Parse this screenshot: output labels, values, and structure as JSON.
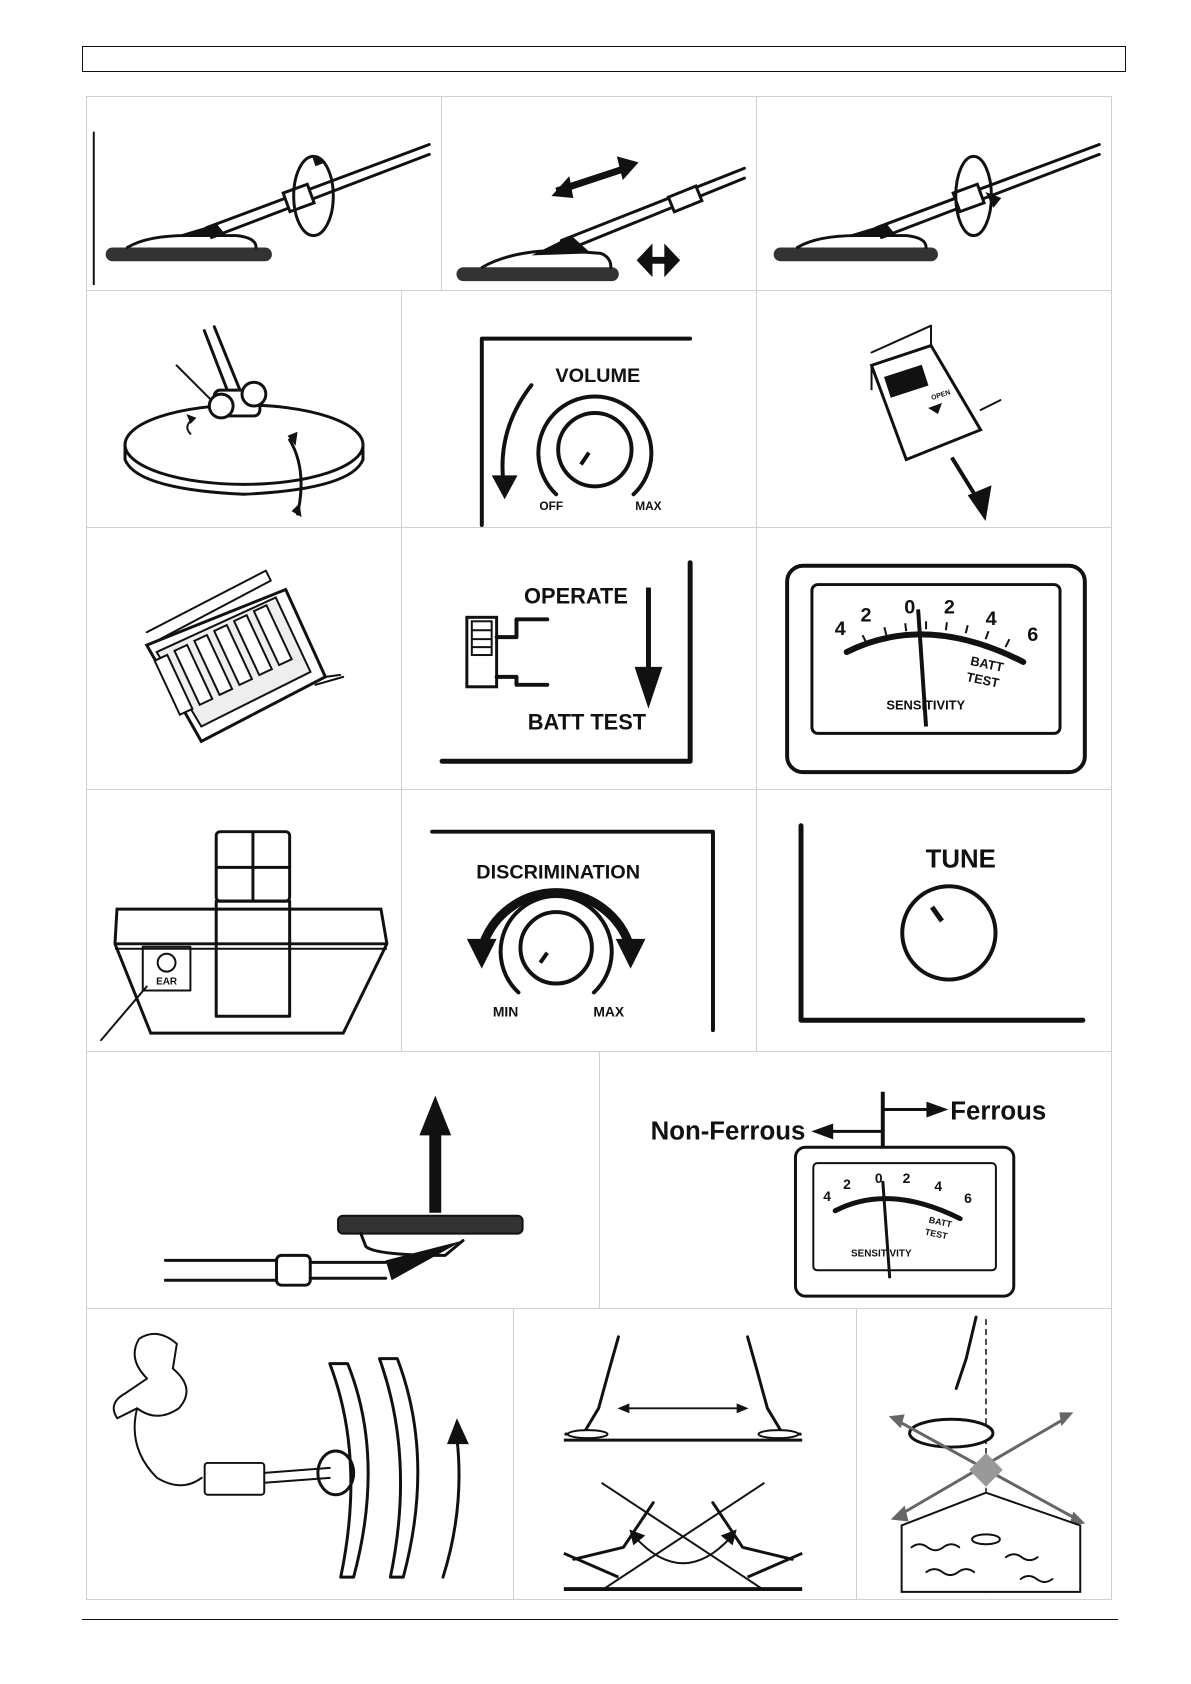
{
  "header": {
    "text": ""
  },
  "labels": {
    "volume": "VOLUME",
    "off": "OFF",
    "max": "MAX",
    "open": "OPEN",
    "operate": "OPERATE",
    "batt_test": "BATT TEST",
    "meter_scale": [
      "4",
      "2",
      "0",
      "2",
      "4",
      "6"
    ],
    "meter_batt": "BATT",
    "meter_test": "TEST",
    "sensitivity": "SENSITIVITY",
    "ear": "EAR",
    "discrimination": "DISCRIMINATION",
    "min": "MIN",
    "disc_max": "MAX",
    "tune": "TUNE",
    "non_ferrous": "Non-Ferrous",
    "ferrous": "Ferrous"
  }
}
